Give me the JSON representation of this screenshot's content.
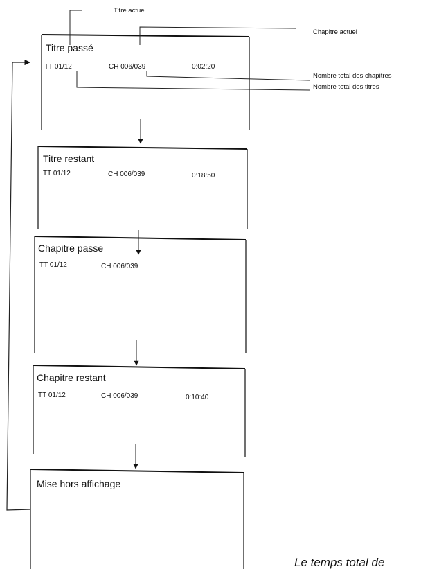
{
  "callouts": {
    "titre_actuel": "Titre actuel",
    "chapitre_actuel": "Chapitre actuel",
    "nombre_total_chapitres": "Nombre total des chapitres",
    "nombre_total_titres": "Nombre total des titres"
  },
  "screens": [
    {
      "title": "Titre passé",
      "tt": "TT 01/12",
      "ch": "CH 006/039",
      "time": "0:02:20"
    },
    {
      "title": "Titre restant",
      "tt": "TT 01/12",
      "ch": "CH 006/039",
      "time": "0:18:50"
    },
    {
      "title": "Chapitre passe",
      "tt": "TT 01/12",
      "ch": "CH 006/039",
      "time": ""
    },
    {
      "title": "Chapitre restant",
      "tt": "TT 01/12",
      "ch": "CH 006/039",
      "time": "0:10:40"
    },
    {
      "title": "Mise hors affichage",
      "tt": "",
      "ch": "",
      "time": ""
    }
  ],
  "footer_note": "Le temps total de"
}
